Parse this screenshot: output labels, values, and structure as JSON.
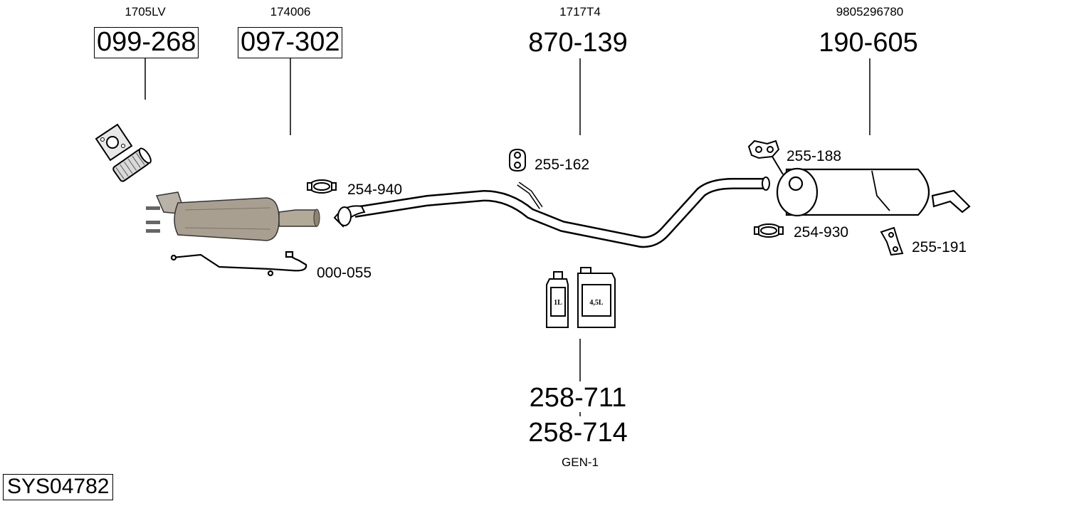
{
  "oem_numbers": {
    "a": "1705LV",
    "b": "174006",
    "c": "1717T4",
    "d": "9805296780"
  },
  "main_parts": {
    "flex_pipe": "099-268",
    "dpf": "097-302",
    "center_pipe": "870-139",
    "rear_muffler": "190-605"
  },
  "small_parts": {
    "clamp_front": "254-940",
    "hanger_center": "255-162",
    "sensor_pipe": "000-055",
    "hanger_rear_top": "255-188",
    "clamp_rear": "254-930",
    "bracket_rear": "255-191"
  },
  "additive": {
    "part_1": "258-711",
    "part_2": "258-714",
    "note": "GEN-1",
    "bottle_small": "1L",
    "bottle_large": "4,5L"
  },
  "system_code": "SYS04782"
}
